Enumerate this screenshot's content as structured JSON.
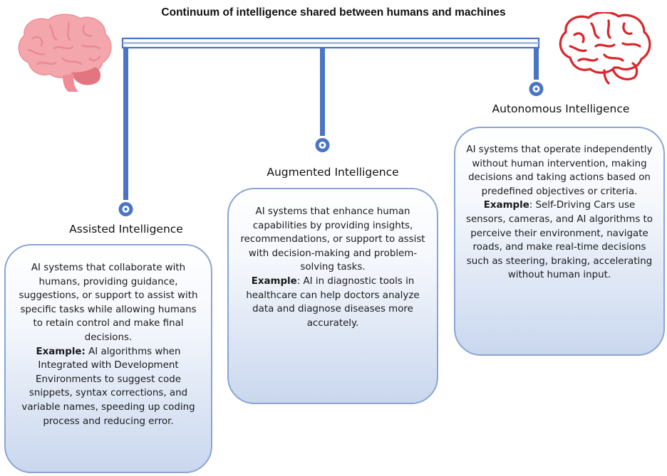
{
  "title": "Continuum of intelligence shared between humans and machines",
  "colors": {
    "connector": "#4a74c4",
    "connector_light": "#9bb5e0",
    "brain_left": "#f4a6ad",
    "brain_right": "#d9262b",
    "card_border": "#8aa5d4"
  },
  "icons": {
    "left": "brain-icon-pink",
    "right": "brain-outline-icon-red"
  },
  "stages": [
    {
      "heading": "Assisted Intelligence",
      "description": "AI systems that collaborate with humans, providing guidance, suggestions, or support to assist with specific tasks while allowing humans to retain control and make final decisions.",
      "example_label": "Example:",
      "example_text": " AI algorithms when Integrated with Development Environments to suggest code snippets, syntax corrections, and variable names, speeding up coding process and reducing error."
    },
    {
      "heading": "Augmented Intelligence",
      "description": "AI systems that enhance human capabilities by providing insights, recommendations, or support to assist with decision-making and problem-solving tasks.",
      "example_label": "Example",
      "example_text": ": AI in diagnostic tools in healthcare can help doctors analyze data and diagnose diseases more accurately."
    },
    {
      "heading": "Autonomous Intelligence",
      "description": "AI systems that operate independently without human intervention, making decisions and taking actions based on predefined objectives or criteria.",
      "example_label": "Example",
      "example_text": ": Self-Driving Cars use sensors, cameras, and AI algorithms to perceive their environment, navigate roads, and make real-time decisions such as steering, braking, accelerating without human input."
    }
  ]
}
